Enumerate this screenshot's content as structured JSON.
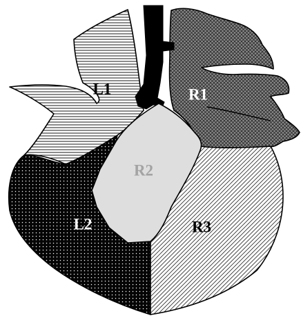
{
  "diagram": {
    "regions": {
      "L1": {
        "label": "L1",
        "pattern": "horizontal-lines",
        "fill": "#ffffff",
        "label_color": "#000000"
      },
      "L2": {
        "label": "L2",
        "pattern": "dotted",
        "fill": "#050505",
        "label_color": "#ffffff"
      },
      "R1": {
        "label": "R1",
        "pattern": "cross-hatch",
        "fill": "#8a8a8a",
        "label_color": "#ffffff"
      },
      "R2": {
        "label": "R2",
        "pattern": "solid",
        "fill": "#dedede",
        "label_color": "#a3a3a3"
      },
      "R3": {
        "label": "R3",
        "pattern": "diagonal-lines",
        "fill": "#ffffff",
        "label_color": "#000000"
      }
    },
    "trachea_color": "#000000"
  }
}
